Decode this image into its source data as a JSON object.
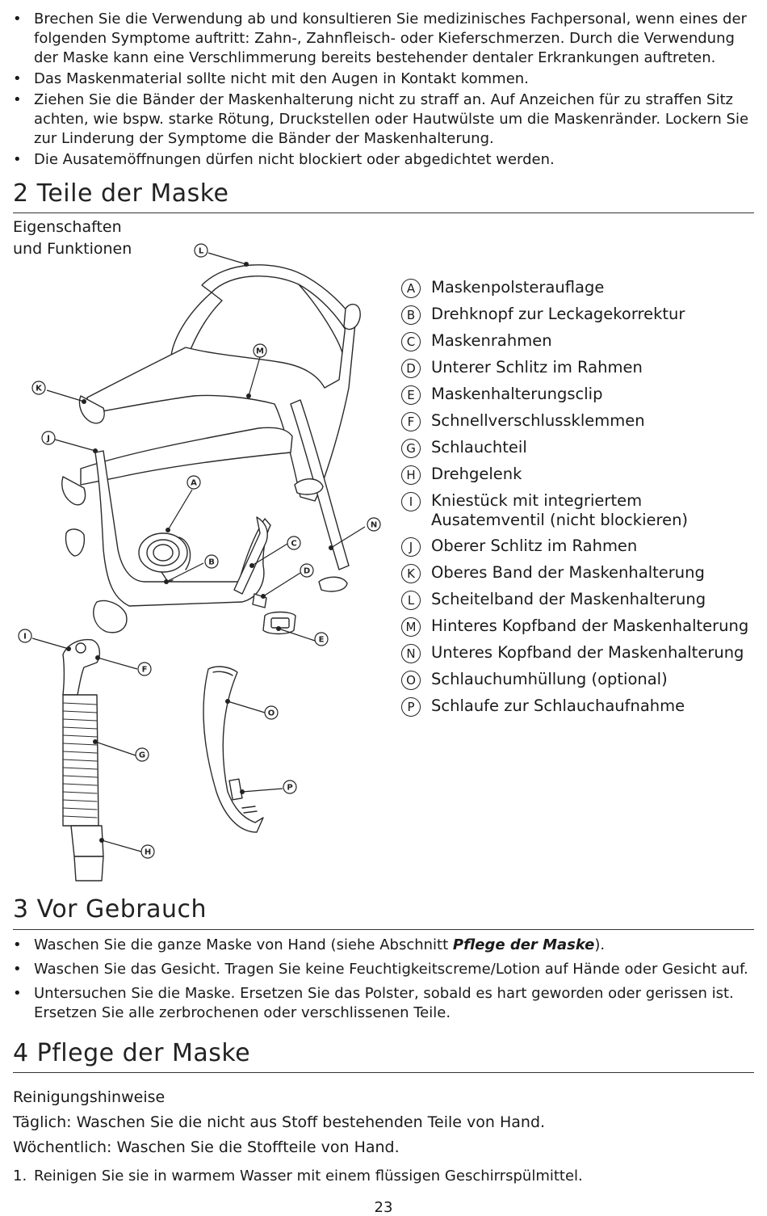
{
  "intro_bullets": [
    "Brechen Sie die Verwendung ab und konsultieren Sie medizinisches Fachpersonal, wenn eines der folgenden Symptome auftritt: Zahn-, Zahnfleisch- oder Kieferschmerzen. Durch die Verwendung der Maske kann eine Verschlimmerung bereits bestehender dentaler Erkrankungen auftreten.",
    "Das Maskenmaterial sollte nicht mit den Augen in Kontakt kommen.",
    "Ziehen Sie die Bänder der Maskenhalterung nicht zu straff an. Auf Anzeichen für zu straffen Sitz achten, wie bspw. starke Rötung, Druckstellen oder Hautwülste um die Maskenränder. Lockern Sie zur Linderung der Symptome die Bänder der Maskenhalterung.",
    "Die Ausatemöffnungen dürfen nicht blockiert oder abgedichtet werden."
  ],
  "bullet_char": "•",
  "section2": {
    "title": "2 Teile der Maske",
    "subheading_line1": "Eigenschaften",
    "subheading_line2": "und Funktionen",
    "legend": [
      {
        "letter": "A",
        "text": "Maskenpolsterauflage"
      },
      {
        "letter": "B",
        "text": "Drehknopf zur Leckagekorrektur"
      },
      {
        "letter": "C",
        "text": "Maskenrahmen"
      },
      {
        "letter": "D",
        "text": "Unterer Schlitz im Rahmen"
      },
      {
        "letter": "E",
        "text": "Maskenhalterungsclip"
      },
      {
        "letter": "F",
        "text": "Schnellverschlussklemmen"
      },
      {
        "letter": "G",
        "text": "Schlauchteil"
      },
      {
        "letter": "H",
        "text": "Drehgelenk"
      },
      {
        "letter": "I",
        "text": "Kniestück mit integriertem Ausatemventil (nicht blockieren)"
      },
      {
        "letter": "J",
        "text": "Oberer Schlitz im Rahmen"
      },
      {
        "letter": "K",
        "text": "Oberes Band der Maskenhalterung"
      },
      {
        "letter": "L",
        "text": "Scheitelband der Maskenhalterung"
      },
      {
        "letter": "M",
        "text": "Hinteres Kopfband der Maskenhalterung"
      },
      {
        "letter": "N",
        "text": "Unteres Kopfband der Maskenhalterung"
      },
      {
        "letter": "O",
        "text": "Schlauchumhüllung (optional)"
      },
      {
        "letter": "P",
        "text": "Schlaufe zur Schlauchaufnahme"
      }
    ],
    "callouts": [
      "L",
      "M",
      "K",
      "J",
      "A",
      "B",
      "C",
      "N",
      "D",
      "E",
      "I",
      "F",
      "G",
      "O",
      "P",
      "H"
    ]
  },
  "section3": {
    "title": "3 Vor Gebrauch",
    "b1_pre": "Waschen Sie die ganze Maske von Hand (siehe Abschnitt ",
    "b1_bold": "Pflege der Maske",
    "b1_post": ").",
    "b2": "Waschen Sie das Gesicht. Tragen Sie keine Feuchtigkeitscreme/Lotion auf Hände oder Gesicht auf.",
    "b3": "Untersuchen Sie die Maske. Ersetzen Sie das Polster, sobald es hart geworden oder gerissen ist. Ersetzen Sie alle zerbrochenen oder verschlissenen Teile."
  },
  "section4": {
    "title": "4 Pflege der Maske",
    "subheading": "Reinigungshinweise",
    "daily": "Täglich: Waschen Sie die nicht aus Stoff bestehenden Teile von Hand.",
    "weekly": "Wöchentlich: Waschen Sie die Stoffteile von Hand.",
    "step1_num": "1.",
    "step1": "Reinigen Sie sie in warmem Wasser mit einem flüssigen Geschirrspülmittel."
  },
  "page_number": "23"
}
